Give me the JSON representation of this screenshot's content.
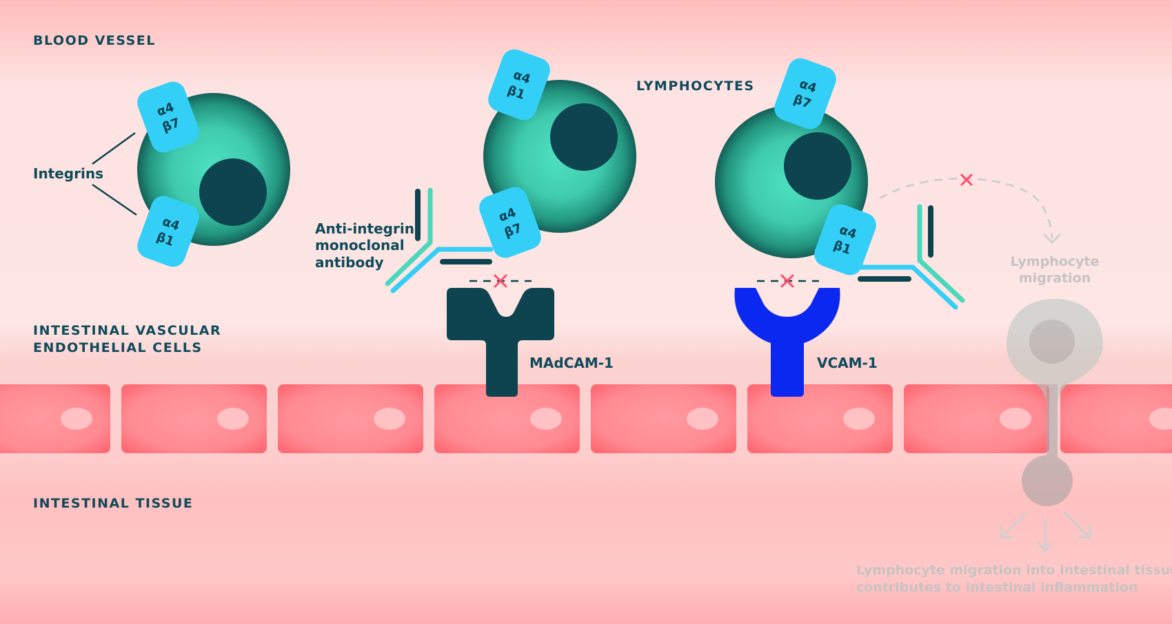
{
  "labels": {
    "blood_vessel": "BLOOD VESSEL",
    "integrins": "Integrins",
    "lymphocytes": "LYMPHOCYTES",
    "antibody": [
      "Anti-integrin",
      "monoclonal",
      "antibody"
    ],
    "endothelial": [
      "INTESTINAL VASCULAR",
      "ENDOTHELIAL CELLS"
    ],
    "madcam": "MAdCAM-1",
    "vcam": "VCAM-1",
    "tissue": "INTESTINAL TISSUE",
    "migration": [
      "Lymphocyte",
      "migration"
    ],
    "inflammation": [
      "Lymphocyte migration into intestinal tissue",
      "contributes to intestinal inflammation"
    ]
  },
  "integrin_tags": {
    "a4b7": [
      "α4",
      "β7"
    ],
    "a4b1": [
      "α4",
      "β1"
    ]
  },
  "colors": {
    "background": "#fde3e2",
    "lymphocyte": "#4ad8bc",
    "nucleus": "#0d4450",
    "integrin": "#33cff7",
    "madcam": "#0d4450",
    "vcam": "#0a28f0",
    "endothelial_cell": "#ff7e86",
    "block_mark": "#ff4b6d"
  }
}
